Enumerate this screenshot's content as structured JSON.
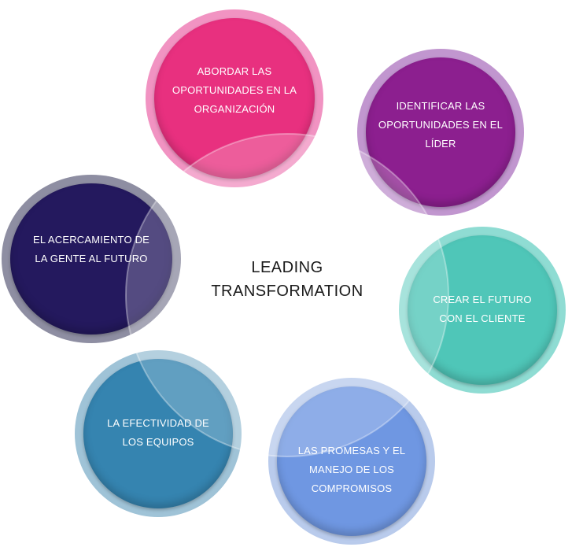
{
  "center": {
    "line1": "LEADING",
    "line2": "TRANSFORMATION"
  },
  "circles": [
    {
      "id": "abordar",
      "lines": [
        "ABORDAR LAS",
        "OPORTUNIDADES EN LA",
        "ORGANIZACIÓN"
      ],
      "ring_color": "#f193c2",
      "disc_color": "#e8307f"
    },
    {
      "id": "identificar",
      "lines": [
        "IDENTIFICAR LAS",
        "OPORTUNIDADES EN EL",
        "LÍDER"
      ],
      "ring_color": "#c196cf",
      "disc_color": "#8c1f8f"
    },
    {
      "id": "crear",
      "lines": [
        "CREAR EL FUTURO",
        "CON EL CLIENTE"
      ],
      "ring_color": "#8fdcd3",
      "disc_color": "#4fc6b8"
    },
    {
      "id": "promesas",
      "lines": [
        "LAS PROMESAS Y EL",
        "MANEJO DE  LOS",
        "COMPROMISOS"
      ],
      "ring_color": "#b9cbec",
      "disc_color": "#6f97e2"
    },
    {
      "id": "efectividad",
      "lines": [
        "LA EFECTIVIDAD DE",
        "LOS EQUIPOS"
      ],
      "ring_color": "#9fc3d7",
      "disc_color": "#3584b0"
    },
    {
      "id": "acercamiento",
      "lines": [
        "EL ACERCAMIENTO DE",
        "LA GENTE AL FUTURO"
      ],
      "ring_color": "#8e8ea2",
      "disc_color": "#24195e"
    }
  ]
}
